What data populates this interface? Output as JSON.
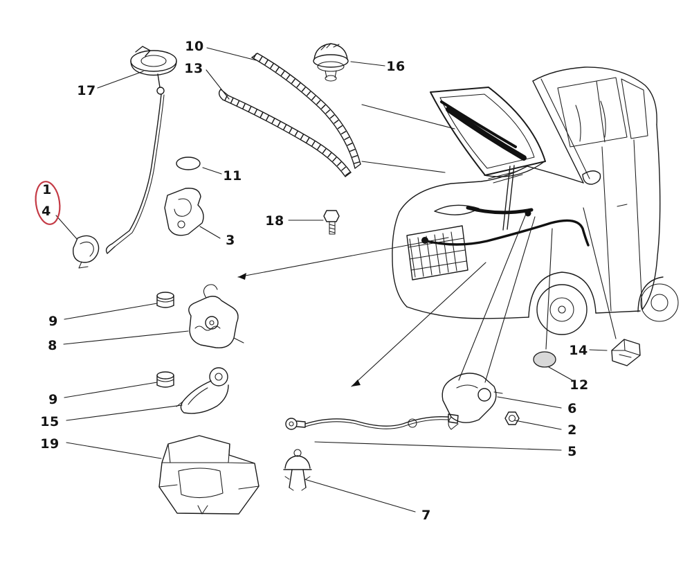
{
  "diagram": {
    "background_color": "#ffffff",
    "line_color": "#1a1a1a",
    "annotation_color": "#c43a45"
  },
  "labels": [
    {
      "text": "10"
    },
    {
      "text": "13"
    },
    {
      "text": "16"
    },
    {
      "text": "17"
    },
    {
      "text": "11"
    },
    {
      "text": "1"
    },
    {
      "text": "4"
    },
    {
      "text": "18"
    },
    {
      "text": "3"
    },
    {
      "text": "9"
    },
    {
      "text": "8"
    },
    {
      "text": "9"
    },
    {
      "text": "15"
    },
    {
      "text": "19"
    },
    {
      "text": "7"
    },
    {
      "text": "5"
    },
    {
      "text": "2"
    },
    {
      "text": "6"
    },
    {
      "text": "12"
    },
    {
      "text": "14"
    }
  ]
}
